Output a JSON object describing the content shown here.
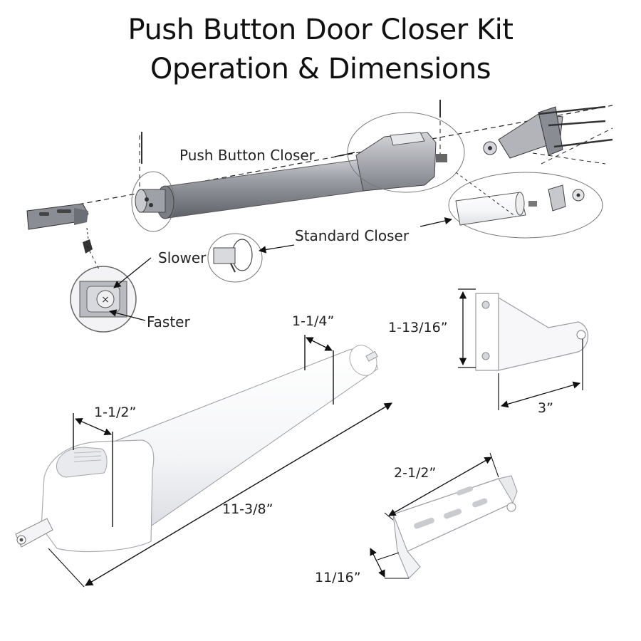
{
  "title": {
    "line1": "Push Button Door Closer Kit",
    "line2": "Operation & Dimensions"
  },
  "callouts": {
    "push_button_closer": "Push Button Closer",
    "standard_closer": "Standard Closer",
    "slower": "Slower",
    "faster": "Faster"
  },
  "dimensions": {
    "cylinder_diameter": "1-1/4”",
    "head_width": "1-1/2”",
    "closer_length": "11-3/8”",
    "jamb_bracket_height": "1-13/16”",
    "jamb_bracket_width": "3”",
    "door_bracket_length": "2-1/2”",
    "door_bracket_width": "11/16”"
  },
  "colors": {
    "line": "#1a1a1a",
    "gray_part": "#8a8d94",
    "white_part": "#ffffff"
  }
}
